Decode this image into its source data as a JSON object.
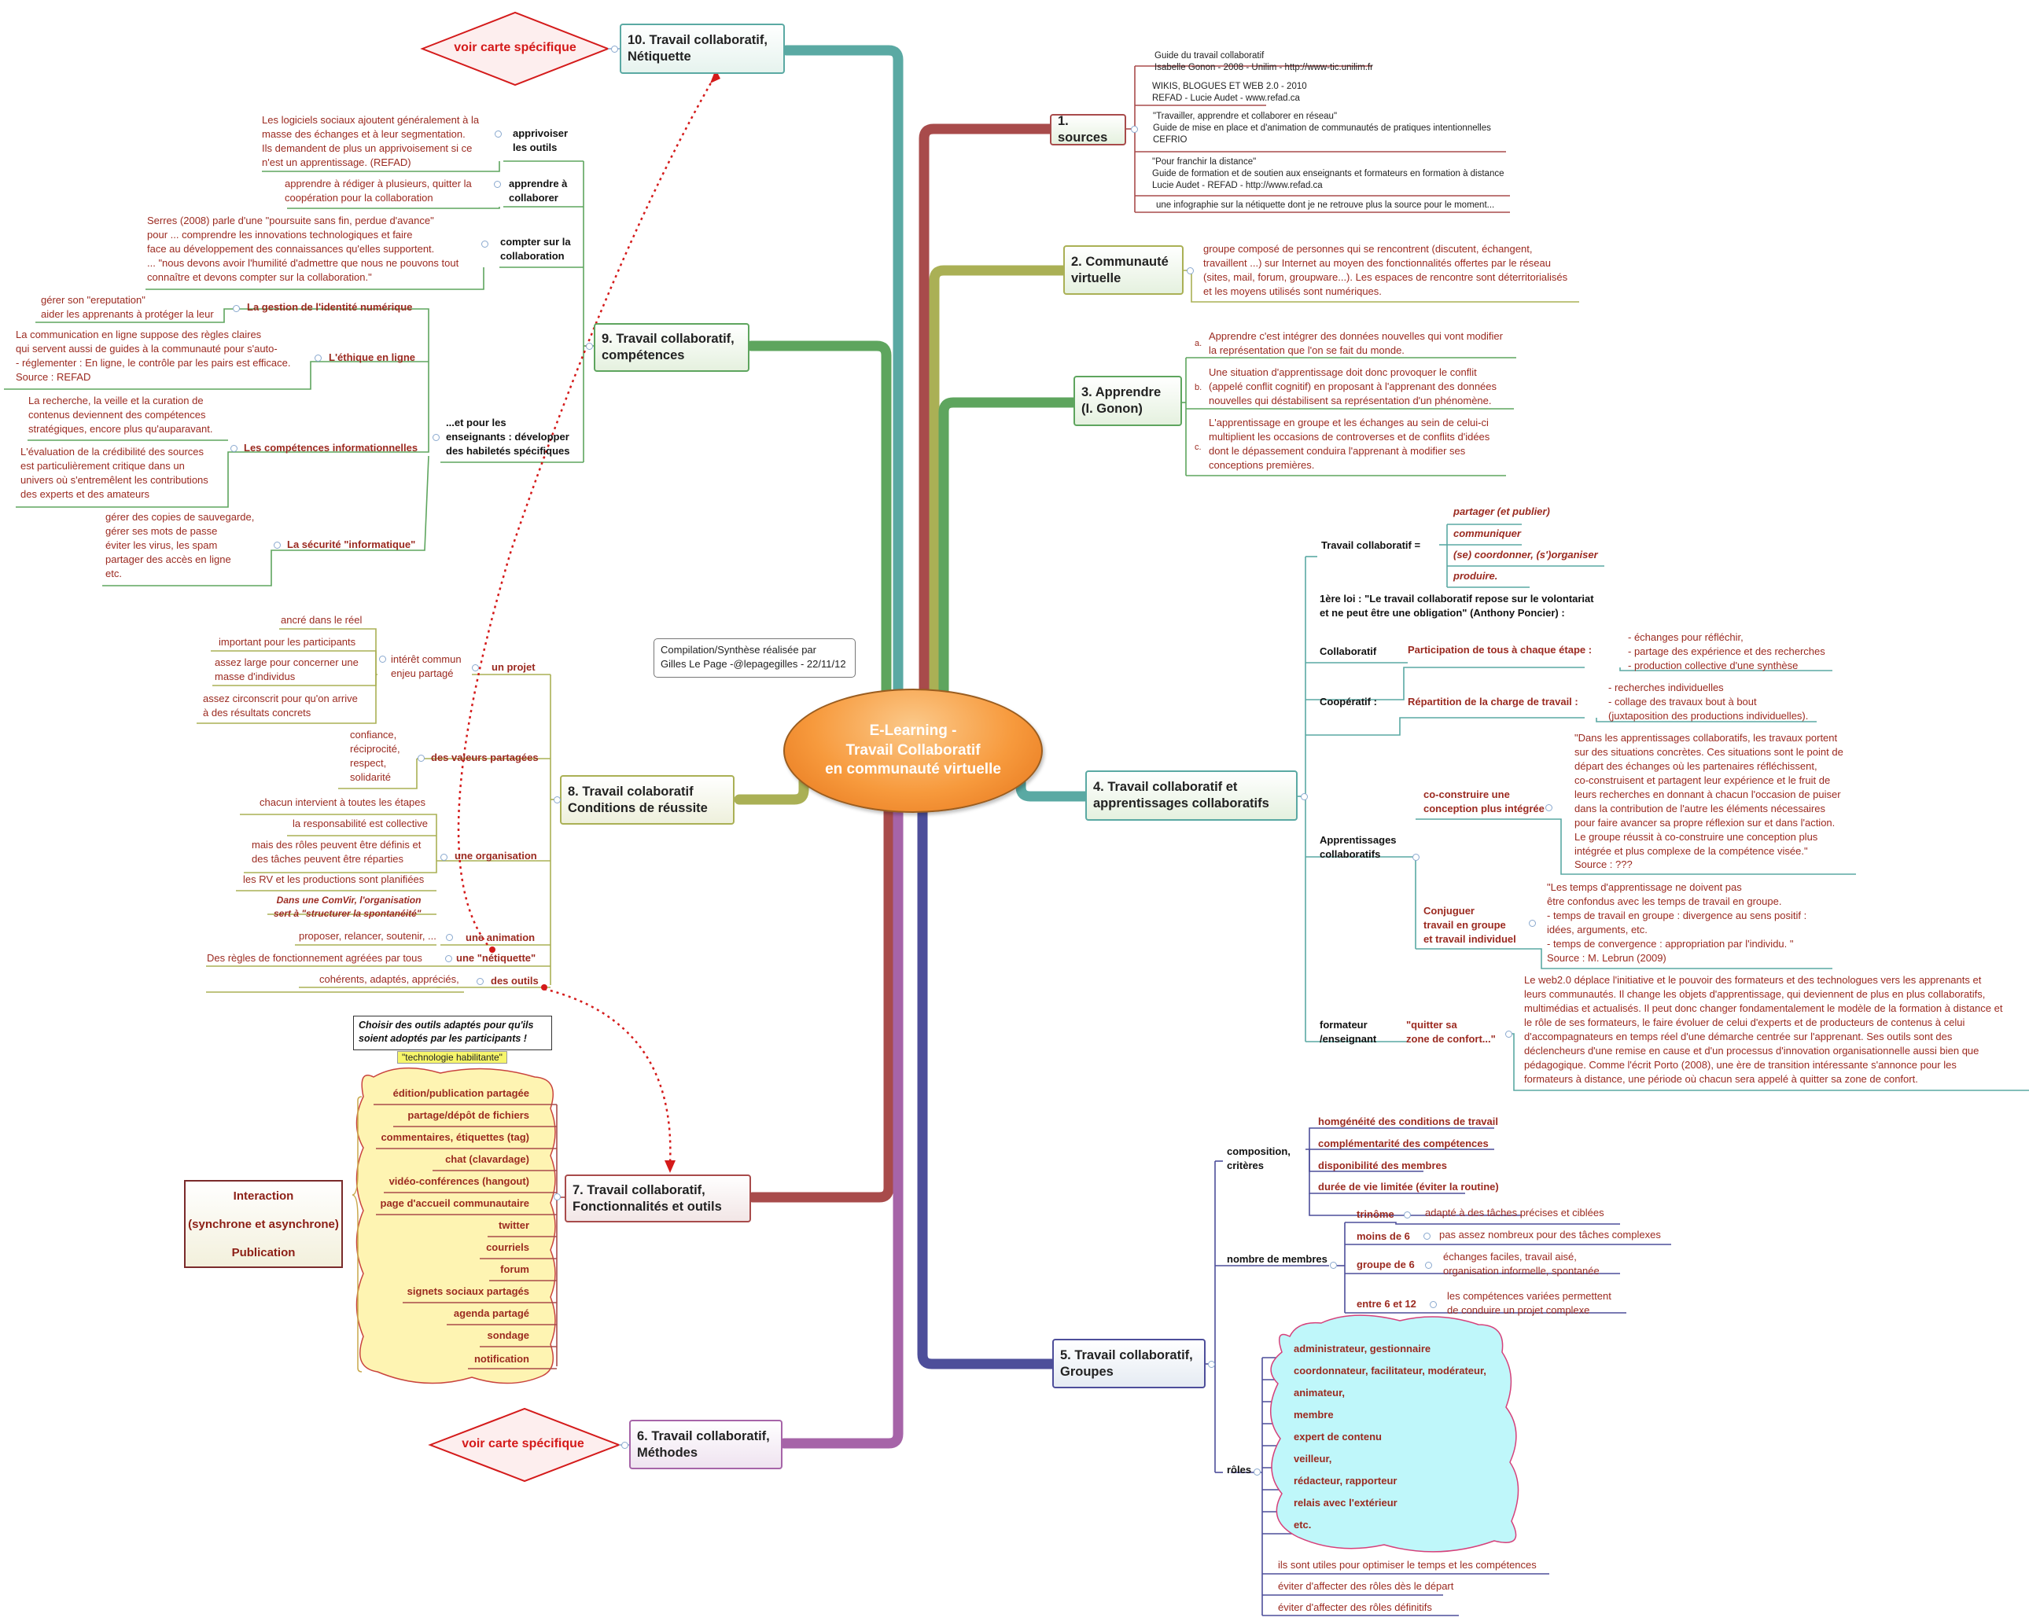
{
  "center": {
    "title": "E-Learning -\nTravail Collaboratif\nen communauté virtuelle"
  },
  "credit": "Compilation/Synthèse réalisée par\nGilles Le Page -@lepagegilles - 22/11/12",
  "links": {
    "voir_carte_10": "voir carte spécifique",
    "voir_carte_6": "voir carte spécifique"
  },
  "branches": {
    "b1": {
      "title": "1.  sources",
      "items": [
        "Guide du travail collaboratif\nIsabelle Gonon - 2008 - Unilim - http://www-tic.unilim.fr",
        "WIKIS, BLOGUES ET WEB 2.0 - 2010\nREFAD - Lucie Audet - www.refad.ca",
        "\"Travailler, apprendre et collaborer en réseau\"\n  Guide de mise en place et d'animation de communautés de pratiques intentionnelles\nCEFRIO",
        "\"Pour franchir la distance\"\n  Guide de formation et de soutien aux enseignants et formateurs en formation à distance\nLucie Audet - REFAD - http://www.refad.ca",
        "une infographie sur la nétiquette dont je ne retrouve plus la source pour le moment..."
      ]
    },
    "b2": {
      "title": "2.  Communauté\n     virtuelle",
      "text": "groupe composé de personnes qui se rencontrent (discutent, échangent,\ntravaillent ...) sur Internet au moyen des fonctionnalités offertes par le réseau\n(sites, mail, forum, groupware...). Les espaces de rencontre sont déterritorialisés\net les moyens utilisés sont numériques."
    },
    "b3": {
      "title": "3.  Apprendre\n     (I. Gonon)",
      "items": [
        {
          "marker": "a.",
          "text": "Apprendre c'est intégrer des données nouvelles qui vont modifier\nla représentation que l'on se fait du monde."
        },
        {
          "marker": "b.",
          "text": "Une situation d'apprentissage doit donc provoquer le conflit\n(appelé conflit cognitif) en proposant à l'apprenant des données\nnouvelles qui déstabilisent sa représentation d'un phénomène."
        },
        {
          "marker": "c.",
          "text": "L'apprentissage en groupe et les échanges au sein de celui-ci\nmultiplient les occasions de controverses et de conflits d'idées\ndont le dépassement conduira l'apprenant à modifier ses\nconceptions premières."
        }
      ]
    },
    "b4": {
      "title": "4.  Travail collaboratif et\n     apprentissages collaboratifs",
      "tc_label": "Travail collaboratif =",
      "tc_items": [
        "partager (et publier)",
        "communiquer",
        "(se) coordonner, (s')organiser",
        "produire."
      ],
      "loi": "1ère loi : \"Le travail collaboratif repose sur le volontariat\net ne peut être une obligation\" (Anthony Poncier) :",
      "collab_label": "Collaboratif",
      "collab_sub": "Participation de tous à chaque étape :",
      "collab_text": "- échanges pour réfléchir,\n- partage des expérience et des recherches\n- production collective d'une synthèse",
      "coop_label": "Coopératif :",
      "coop_sub": "Répartition de la charge de travail :",
      "coop_text": "- recherches individuelles\n- collage des travaux bout à bout\n(juxtaposition des productions individuelles).",
      "app_label": "Apprentissages\ncollaboratifs",
      "app1_label": "co-construire une\nconception plus intégrée",
      "app1_text": "\"Dans les apprentissages collaboratifs, les travaux portent\nsur des situations concrètes. Ces situations sont le point de\ndépart des échanges où les partenaires réfléchissent,\nco-construisent et partagent leur expérience et le fruit de\nleurs recherches en donnant à chacun l'occasion de puiser\ndans la contribution de l'autre les éléments nécessaires\n pour faire avancer sa propre réflexion sur et dans l'action.\nLe groupe réussit à co-construire une conception plus\nintégrée et plus complexe de la compétence visée.\"\nSource : ???",
      "app2_label": "Conjuguer\ntravail en groupe\net travail individuel",
      "app2_text": "\"Les temps d'apprentissage ne doivent pas\nêtre confondus avec les temps de travail en groupe.\n - temps de travail en groupe : divergence au sens positif  :\n   idées, arguments, etc.\n - temps de convergence : appropriation par l'individu. \"\nSource : M. Lebrun (2009)",
      "form_label": "formateur\n/enseignant",
      "form_sub": "\"quitter sa\nzone de confort...\"",
      "form_text": "Le web2.0 déplace l'initiative et le pouvoir des formateurs et des technologues vers les apprenants et\nleurs communautés. Il change les objets d'apprentissage, qui deviennent de plus en plus collaboratifs,\nmultimédias et actualisés. Il peut donc changer fondamentalement le modèle de la formation à distance et\nle rôle de ses formateurs, le faire évoluer de celui d'experts et de producteurs de contenus à celui\nd'accompagnateurs en temps réel d'une démarche centrée sur l'apprenant. Ses outils sont des\ndéclencheurs d'une remise en cause et d'un processus d'innovation organisationnelle aussi bien que\npédagogique. Comme l'écrit Porto (2008), une ère de transition intéressante s'annonce pour les\nformateurs à distance, une période où chacun sera appelé à quitter sa zone de confort."
    },
    "b5": {
      "title": "5.  Travail collaboratif,\n     Groupes",
      "comp_label": "composition,\ncritères",
      "comp_items": [
        "homgénéité des conditions de travail",
        "complémentarité des compétences",
        "disponibilité des membres",
        "durée de vie limitée (éviter la routine)"
      ],
      "nb_label": "nombre de membres",
      "nb_items": [
        {
          "label": "trinôme",
          "text": "adapté à des tâches précises et ciblées"
        },
        {
          "label": "moins de 6",
          "text": "pas assez nombreux pour des tâches complexes"
        },
        {
          "label": "groupe de 6",
          "text": "échanges faciles, travail aisé,\norganisation informelle, spontanée"
        },
        {
          "label": "entre 6 et 12",
          "text": "les compétences variées permettent\nde conduire un projet complexe"
        }
      ],
      "roles_label": "rôles",
      "roles": [
        "administrateur, gestionnaire",
        "coordonnateur, facilitateur, modérateur,",
        "animateur,",
        "membre",
        "expert de contenu",
        "veilleur,",
        "rédacteur, rapporteur",
        "relais avec l'extérieur",
        "etc."
      ],
      "roles_notes": [
        "ils sont utiles pour optimiser le temps et les compétences",
        "éviter d'affecter des rôles dès le départ",
        "éviter d'affecter des rôles définitifs"
      ]
    },
    "b6": {
      "title": "6.  Travail collaboratif,\n     Méthodes"
    },
    "b7": {
      "title": "7.  Travail collaboratif,\n     Fonctionnalités et outils",
      "callout": "Choisir des outils adaptés pour qu'ils\nsoient adoptés par les  participants !",
      "highlight": "\"technologie habilitante\"",
      "tools": [
        "édition/publication partagée",
        "partage/dépôt de fichiers",
        "commentaires, étiquettes (tag)",
        "chat (clavardage)",
        "vidéo-conférences (hangout)",
        "page d'accueil communautaire",
        "twitter",
        "courriels",
        "forum",
        "signets sociaux partagés",
        "agenda partagé",
        "sondage",
        "notification"
      ],
      "legend": [
        "Interaction",
        "(synchrone et asynchrone)",
        "Publication"
      ]
    },
    "b8": {
      "title": "8.  Travail colaboratif\n     Conditions de réussite",
      "projet_label": "un projet",
      "projet_sub": "intérêt commun\nenjeu partagé",
      "projet_items": [
        "ancré dans le réel",
        "important pour les participants",
        "assez large pour concerner une\nmasse d'individus",
        "assez circonscrit pour qu'on arrive\nà des résultats concrets"
      ],
      "valeurs_label": "des valeurs partagées",
      "valeurs_text": "confiance,\nréciprocité,\nrespect,\nsolidarité",
      "orga_label": "une organisation",
      "orga_items": [
        "chacun intervient à toutes les étapes",
        "la responsabilité est collective",
        "mais des rôles peuvent être définis et\ndes tâches peuvent être réparties",
        "les RV et les productions sont planifiées",
        "Dans une ComVir, l'organisation\nsert à \"structurer la spontanéité\""
      ],
      "anim_label": "une animation",
      "anim_text": "proposer, relancer, soutenir, ...",
      "neti_label": "une \"nétiquette\"",
      "neti_text": "Des règles de fonctionnement agréées par tous",
      "outils_label": "des outils",
      "outils_text": "cohérents, adaptés, appréciés,"
    },
    "b9": {
      "title": "9.  Travail collaboratif,\n     compétences",
      "s1_label": "apprivoiser\nles outils",
      "s1_text": "Les logiciels sociaux ajoutent généralement à la\nmasse des échanges et à leur segmentation.\nIls demandent de plus un apprivoisement si ce\nn'est un apprentissage. (REFAD)",
      "s2_label": "apprendre à\ncollaborer",
      "s2_text": "apprendre à rédiger à plusieurs, quitter la\ncoopération pour la collaboration",
      "s3_label": "compter sur la\ncollaboration",
      "s3_text": "Serres (2008) parle d'une \"poursuite sans fin, perdue d'avance\"\npour ... comprendre les innovations technologiques et faire\nface au développement des connaissances qu'elles supportent.\n... \"nous devons avoir l'humilité d'admettre que nous ne pouvons tout\nconnaître et devons compter sur la collaboration.\"",
      "s4_label": "...et pour les\nenseignants : développer\ndes habiletés spécifiques",
      "id_label": "La gestion de l'identité numérique",
      "id_text": "gérer son \"ereputation\"\naider les apprenants à protéger la leur",
      "eth_label": "L'éthique en ligne",
      "eth_text": "La communication en ligne suppose des règles claires\nqui servent aussi de guides à la communauté pour s'auto-\n- réglementer : En ligne, le contrôle par les pairs est  efficace.\nSource : REFAD",
      "info_label": "Les compétences informationnelles",
      "info_text1": "La recherche, la veille et la curation de\ncontenus deviennent des compétences\nstratégiques, encore plus qu'auparavant.",
      "info_text2": "L'évaluation de la crédibilité des sources\nest particulièrement critique dans un\nunivers où s'entremêlent les contributions\ndes experts et des amateurs",
      "sec_label": "La sécurité \"informatique\"",
      "sec_text": "gérer des copies de sauvegarde,\ngérer ses mots de passe\néviter les virus, les spam\npartager des accès en ligne\netc."
    },
    "b10": {
      "title": "10.  Travail collaboratif,\n       Nétiquette"
    }
  },
  "colors": {
    "b1": "#a84b4b",
    "b2": "#aab055",
    "b3": "#5ea55e",
    "b4": "#5aa9a3",
    "b5": "#4d4e9a",
    "b6": "#a664a8",
    "b7": "#a84b4b",
    "b8": "#aab055",
    "b9": "#5ea55e",
    "b10": "#5aa9a3"
  }
}
